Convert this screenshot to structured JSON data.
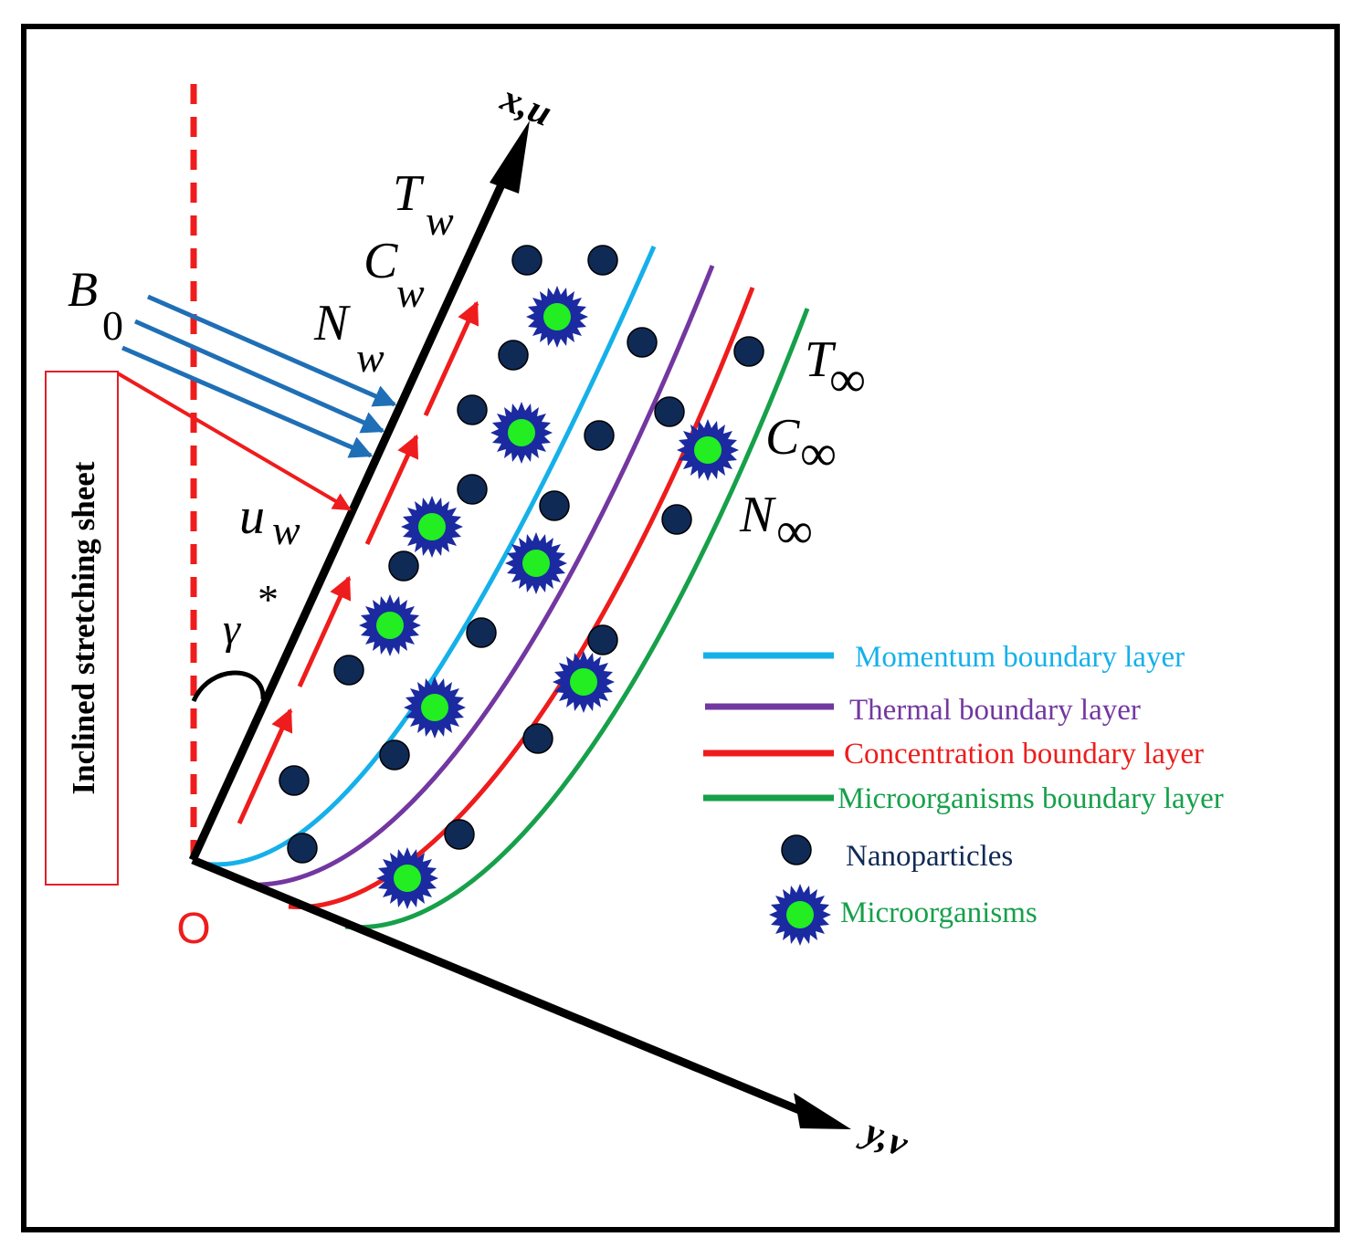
{
  "colors": {
    "frame": "#000000",
    "axis": "#000000",
    "magnetic": "#1f6fb6",
    "flow": "#ee1c1c",
    "momentum": "#15b0ea",
    "thermal": "#7237a0",
    "concentration": "#ee1c1c",
    "microorganisms": "#16a04a",
    "nanoparticle_fill": "#102a56",
    "microbe_ring": "#1b2aa0",
    "microbe_core": "#22ee22",
    "origin": "#ee1c1c",
    "sheet_box": "#e0202a"
  },
  "labels": {
    "sheet": "Inclined stretching sheet",
    "origin": "O",
    "x_axis": "x,u",
    "y_axis": "y,v",
    "angle": "γ",
    "angle_sup": "*",
    "magnetic_field": "B",
    "magnetic_field_sub": "0",
    "wall_velocity": "u",
    "wall_velocity_sub": "w",
    "wall_temperature": "T",
    "wall_temperature_sub": "w",
    "wall_concentration": "C",
    "wall_concentration_sub": "w",
    "wall_microbe": "N",
    "wall_microbe_sub": "w",
    "free_temperature": "T",
    "free_temperature_sub": "∞",
    "free_concentration": "C",
    "free_concentration_sub": "∞",
    "free_microbe": "N",
    "free_microbe_sub": "∞"
  },
  "legend": [
    {
      "label": "Momentum boundary layer",
      "color": "#15b0ea",
      "kind": "line"
    },
    {
      "label": "Thermal boundary layer",
      "color": "#7237a0",
      "kind": "line"
    },
    {
      "label": "Concentration boundary layer",
      "color": "#ee1c1c",
      "kind": "line"
    },
    {
      "label": "Microorganisms boundary layer",
      "color": "#16a04a",
      "kind": "line"
    },
    {
      "label": "Nanoparticles",
      "color": "#102a56",
      "kind": "dot"
    },
    {
      "label": "Microorganisms",
      "color": "#16a04a",
      "kind": "microbe"
    }
  ]
}
